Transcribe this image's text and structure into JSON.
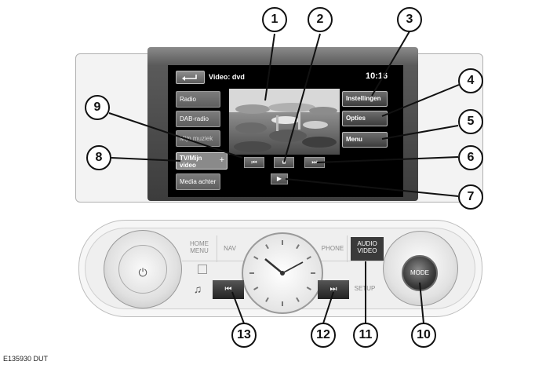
{
  "screen": {
    "title": "Video: dvd",
    "clock": "10:16",
    "sources": [
      {
        "label": "Radio"
      },
      {
        "label": "DAB-radio"
      },
      {
        "label": "Mijn muziek"
      }
    ],
    "active_source": {
      "line1": "TV/Mijn",
      "line2": "video",
      "plus": "+"
    },
    "extra_source": "Media achter",
    "options": [
      {
        "label": "Instellingen"
      },
      {
        "label": "Opties"
      },
      {
        "label": "Menu"
      }
    ],
    "controls": {
      "prev": "⏮",
      "stop": "■",
      "next": "⏭",
      "play": "▶"
    }
  },
  "console": {
    "home_menu": "HOME\nMENU",
    "nav": "NAV",
    "phone": "PHONE",
    "audio_video": "AUDIO\nVIDEO",
    "setup": "SETUP",
    "mode": "MODE",
    "music_icon": "♫",
    "skip_prev": "⏮",
    "skip_next": "⏭"
  },
  "callouts": [
    "1",
    "2",
    "3",
    "4",
    "5",
    "6",
    "7",
    "8",
    "9",
    "10",
    "11",
    "12",
    "13"
  ],
  "figure_id": "E135930 DUT"
}
